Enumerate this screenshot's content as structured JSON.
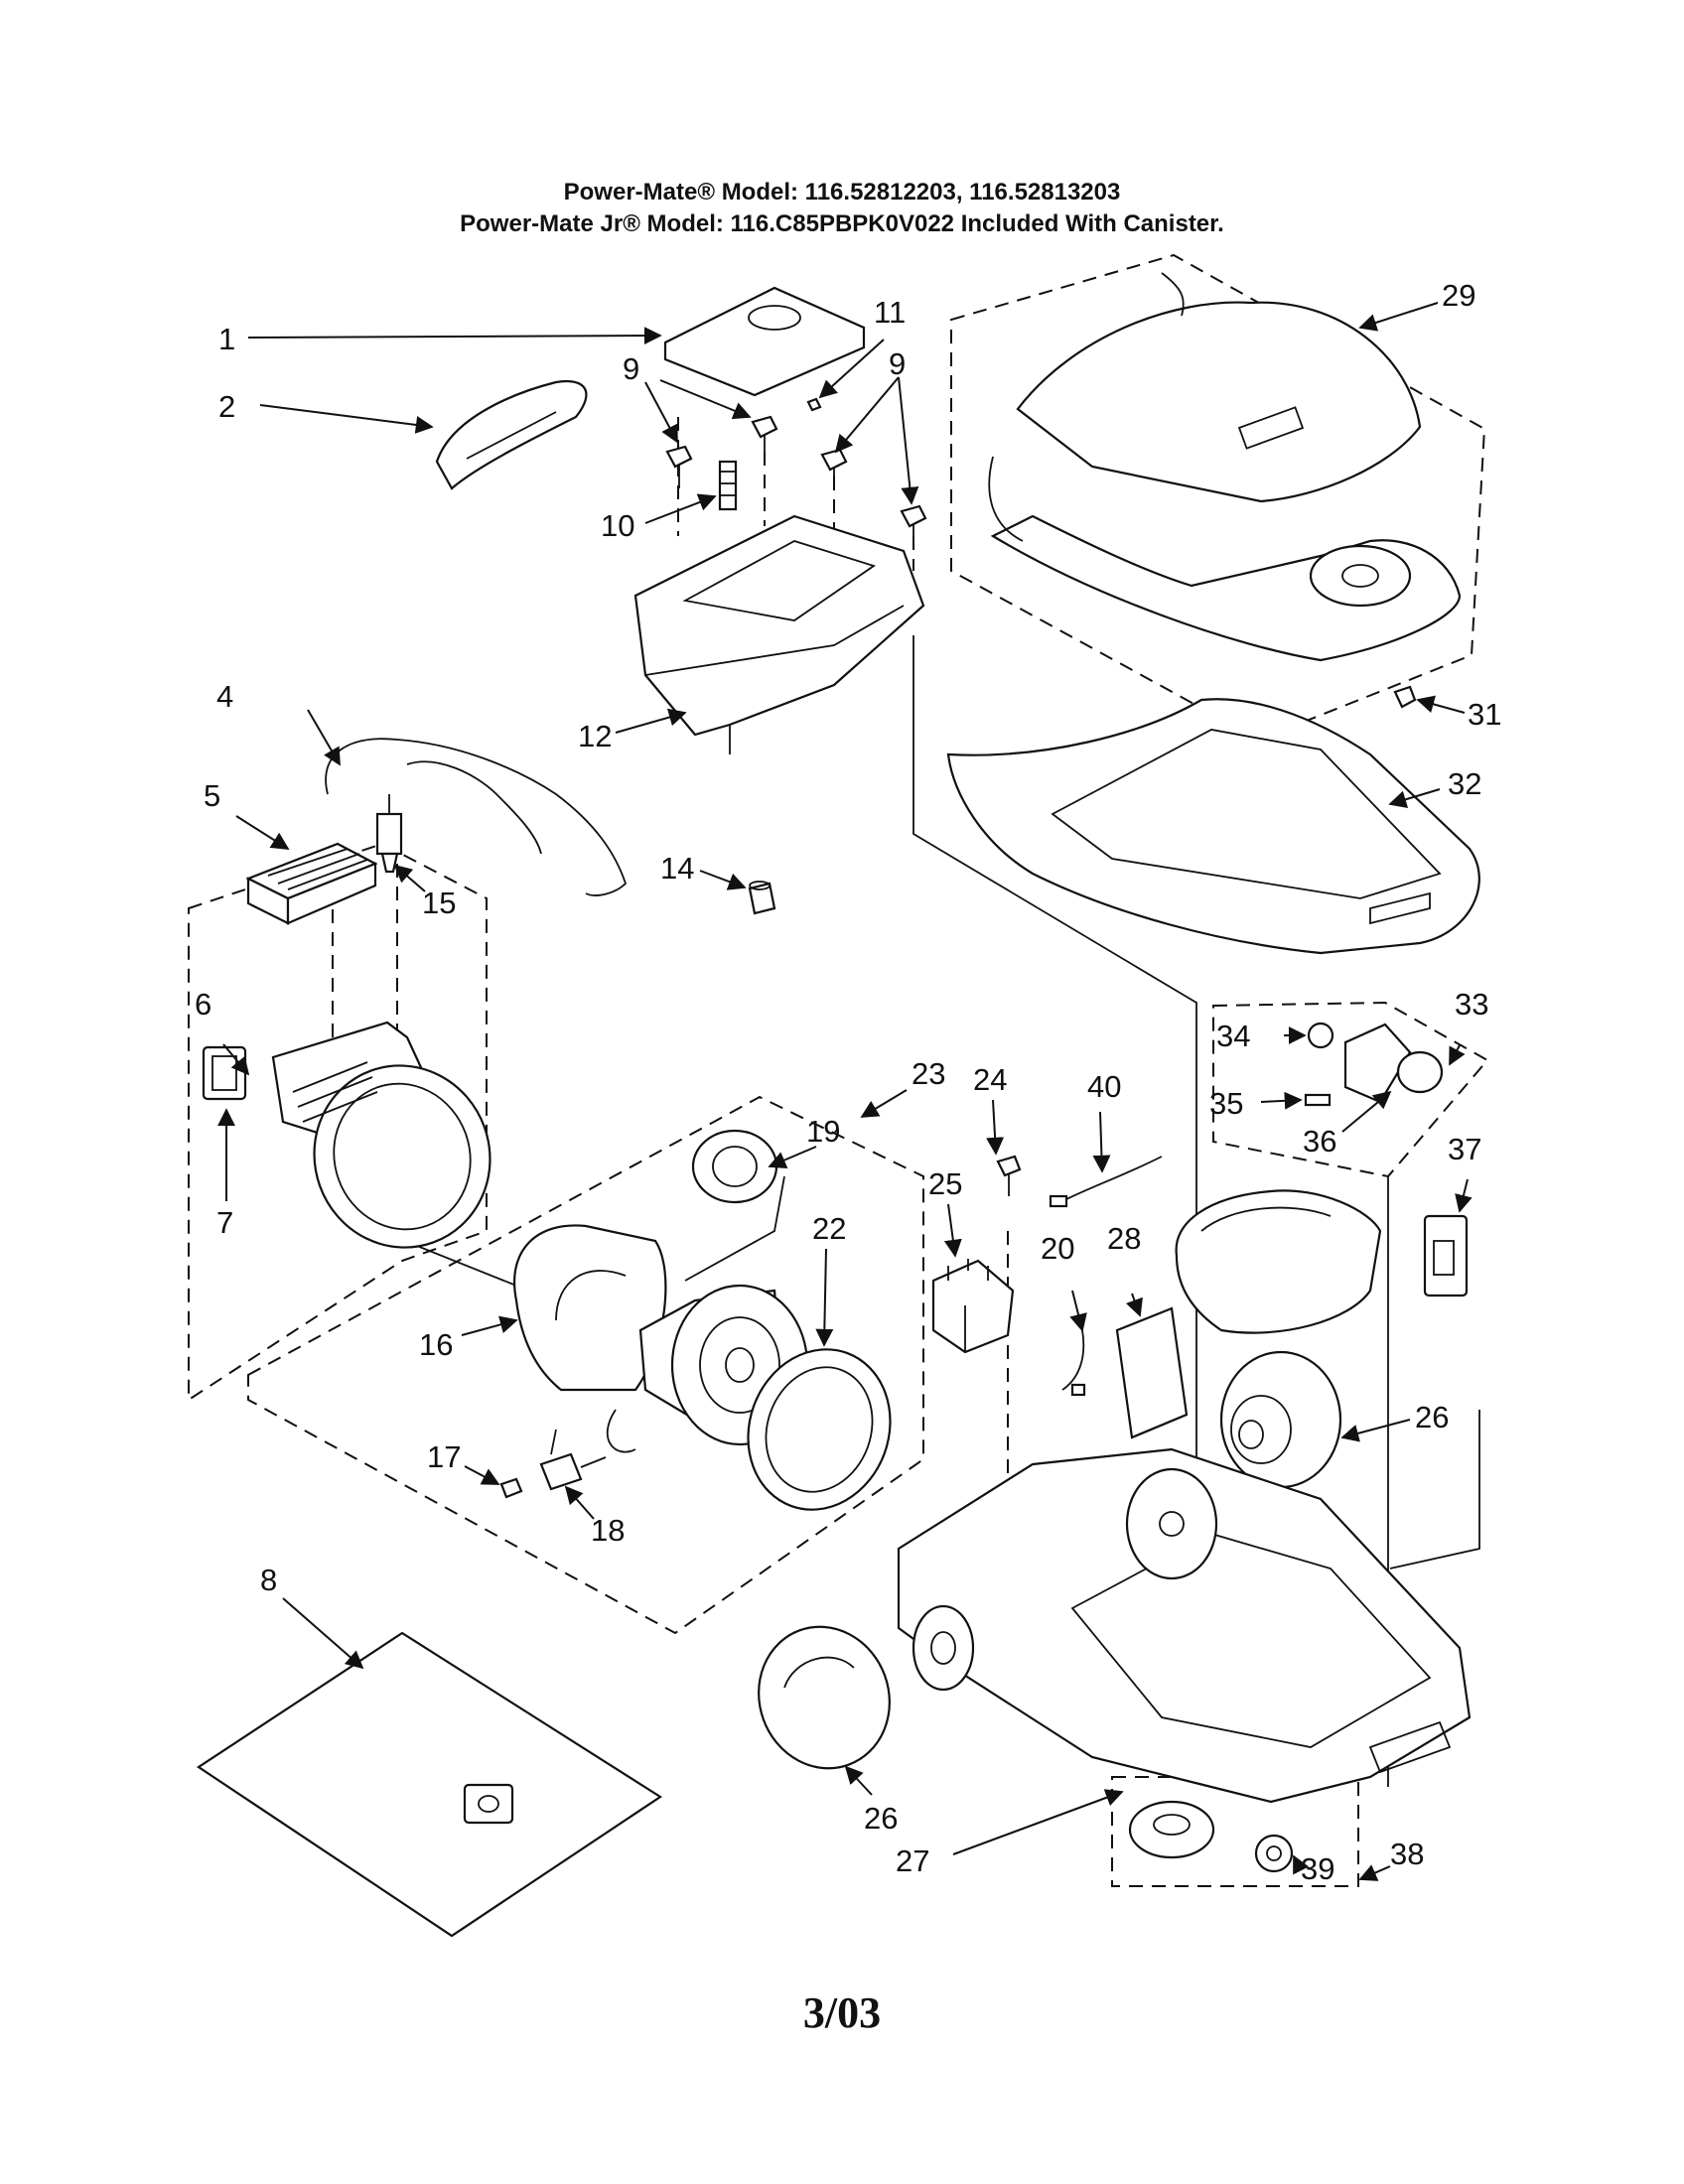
{
  "header": {
    "line1": "Power-Mate® Model: 116.52812203, 116.52813203",
    "line2": "Power-Mate Jr® Model: 116.C85PBPK0V022 Included With Canister."
  },
  "callouts": {
    "p1": "1",
    "p2": "2",
    "p4": "4",
    "p5": "5",
    "p6": "6",
    "p7": "7",
    "p8": "8",
    "p9a": "9",
    "p9b": "9",
    "p10": "10",
    "p11": "11",
    "p12": "12",
    "p14": "14",
    "p15": "15",
    "p16": "16",
    "p17": "17",
    "p18": "18",
    "p19": "19",
    "p20": "20",
    "p22": "22",
    "p23": "23",
    "p24": "24",
    "p25": "25",
    "p26a": "26",
    "p26b": "26",
    "p27": "27",
    "p28": "28",
    "p29": "29",
    "p31": "31",
    "p32": "32",
    "p33": "33",
    "p34": "34",
    "p35": "35",
    "p36": "36",
    "p37": "37",
    "p38": "38",
    "p39": "39",
    "p40": "40"
  },
  "footer": {
    "date_code": "3/03"
  }
}
